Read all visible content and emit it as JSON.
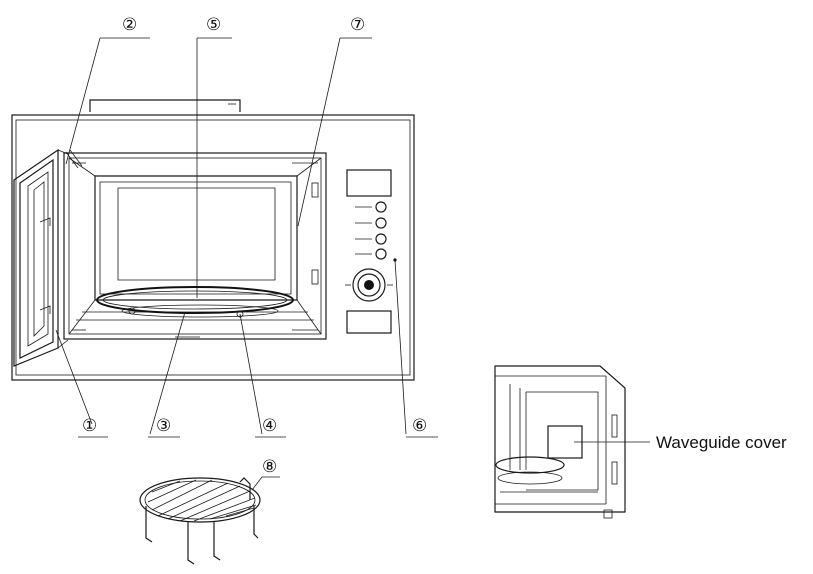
{
  "callouts": {
    "c1": "①",
    "c2": "②",
    "c3": "③",
    "c4": "④",
    "c5": "⑤",
    "c6": "⑥",
    "c7": "⑦",
    "c8": "⑧"
  },
  "labels": {
    "waveguide_cover": "Waveguide cover"
  }
}
